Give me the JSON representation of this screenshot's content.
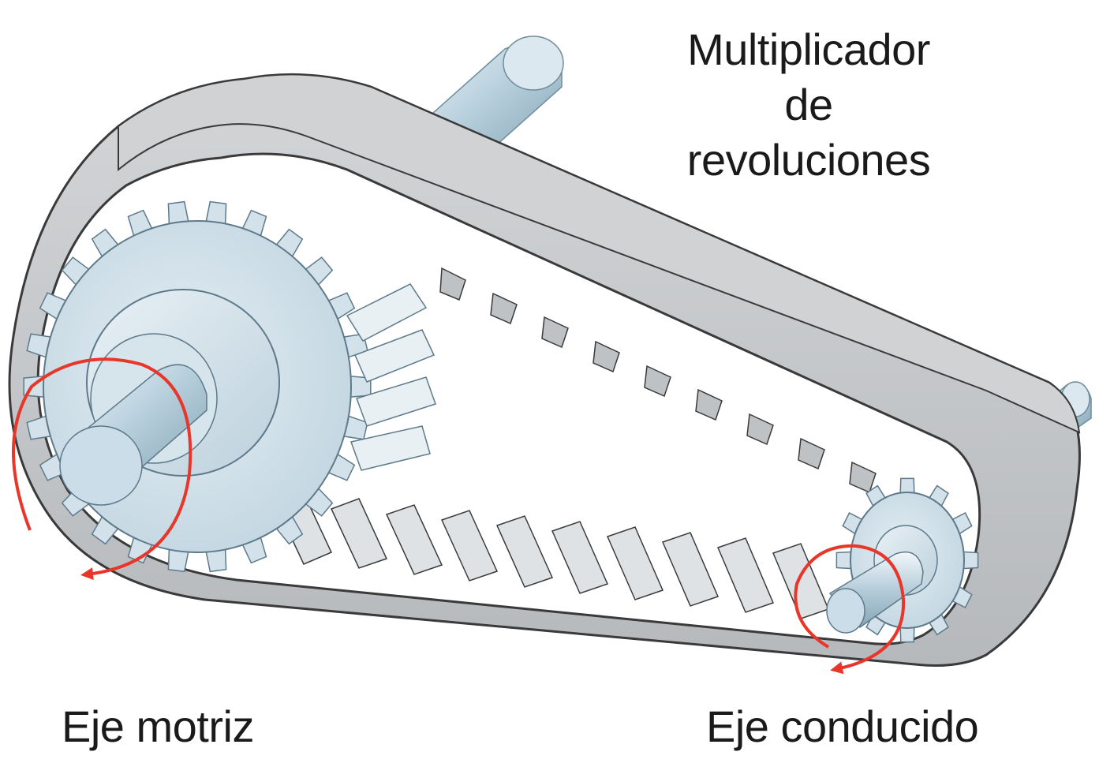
{
  "title": {
    "line1": "Multiplicador",
    "line2": "de",
    "line3": "revoluciones"
  },
  "labels": {
    "drive_shaft": "Eje motriz",
    "driven_shaft": "Eje conducido"
  },
  "colors": {
    "belt_face": "#c9cbcd",
    "belt_outline": "#3a3a3a",
    "gear": "#d2e1ea",
    "shaft": "#a9c6d6",
    "arrow": "#e8372a",
    "text": "#1a1a1a"
  },
  "gears": {
    "drive_teeth": 26,
    "driven_teeth": 12
  }
}
